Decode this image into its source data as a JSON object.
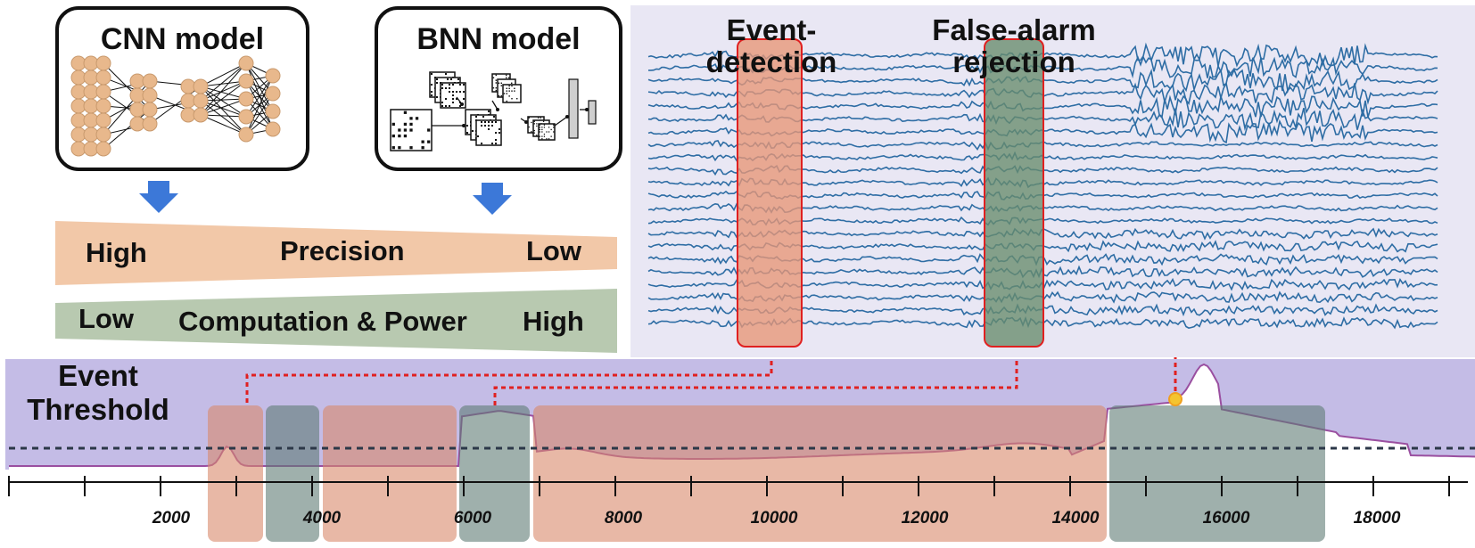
{
  "models": {
    "cnn_title": "CNN model",
    "bnn_title": "BNN model"
  },
  "tradeoffs": {
    "precision": {
      "left": "High",
      "center": "Precision",
      "right": "Low",
      "color": "#f2c8a8"
    },
    "computation": {
      "left": "Low",
      "center": "Computation & Power",
      "right": "High",
      "color": "#b8c9b0"
    }
  },
  "eeg": {
    "event_label": "Event-\ndetection",
    "false_alarm_label": "False-alarm\nrejection",
    "trace_color": "#2e6da4",
    "event_box_color": "#e8a07e",
    "false_alarm_box_color": "#6f9474"
  },
  "timeline": {
    "threshold_label": "Event\nThreshold",
    "ticks": [
      "2000",
      "4000",
      "6000",
      "8000",
      "10000",
      "12000",
      "14000",
      "16000",
      "18000"
    ],
    "band_color": "#c4bce6",
    "cnn_color": "#d9896a",
    "bnn_color": "#5f7b74"
  },
  "colors": {
    "arrow": "#3c78d8",
    "connector": "#e02020"
  }
}
